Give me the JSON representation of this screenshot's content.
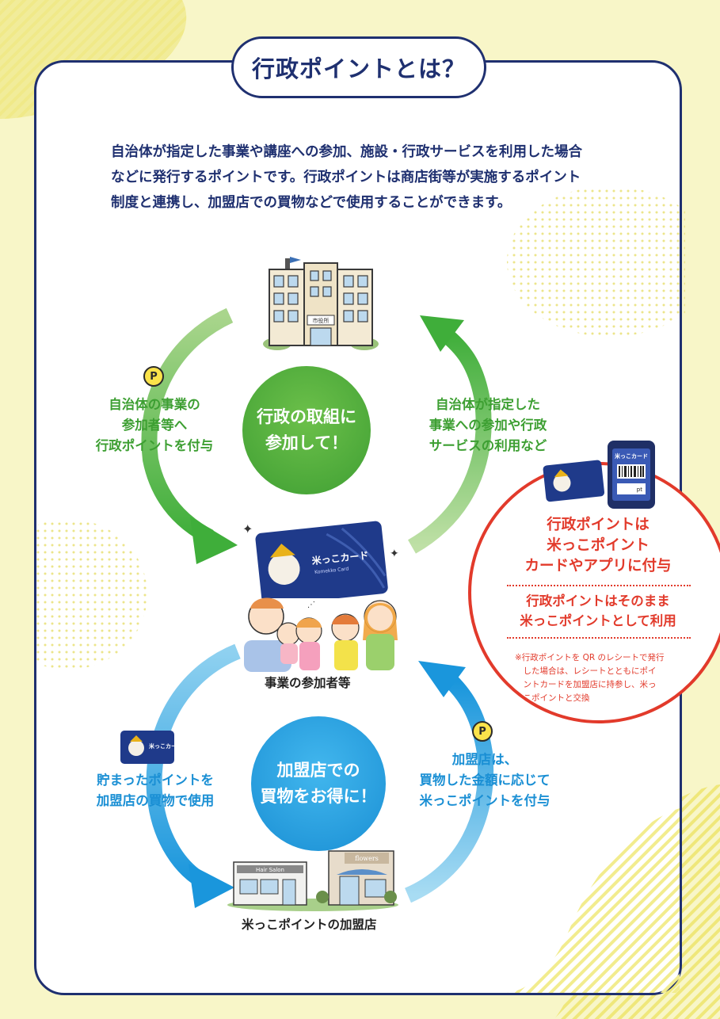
{
  "title": "行政ポイントとは？",
  "intro_lines": [
    "自治体が指定した事業や講座への参加、施設・行政サービスを利用した場合",
    "などに発行するポイントです。行政ポイントは商店街等が実施するポイント",
    "制度と連携し、加盟店での買物などで使用することができます。"
  ],
  "cycle": {
    "top_circle": {
      "line1": "行政の取組に",
      "line2": "参加して！"
    },
    "bottom_circle": {
      "line1": "加盟店での",
      "line2": "買物をお得に！"
    },
    "left_upper": [
      "自治体の事業の",
      "参加者等へ",
      "行政ポイントを付与"
    ],
    "right_upper": [
      "自治体が指定した",
      "事業への参加や行政",
      "サービスの利用など"
    ],
    "left_lower": [
      "貯まったポイントを",
      "加盟店の買物で使用"
    ],
    "right_lower": [
      "加盟店は、",
      "買物した金額に応じて",
      "米っこポイントを付与"
    ],
    "participants_caption": "事業の参加者等",
    "stores_caption": "米っこポイントの加盟店",
    "city_hall_sign": "市役所",
    "point_symbol": "P"
  },
  "card": {
    "name": "米っこカード",
    "sub": "Komekko Card",
    "app_pt": "pt",
    "shop1": "Hair Salon",
    "shop2": "flowers"
  },
  "callout": {
    "main": [
      "行政ポイントは",
      "米っこポイント",
      "カードやアプリに付与"
    ],
    "sub": [
      "行政ポイントはそのまま",
      "米っこポイントとして利用"
    ],
    "note": [
      "※行政ポイントを QR のレシートで発行",
      "　した場合は、レシートとともにポイ",
      "　ントカードを加盟店に持参し、米っ",
      "　こポイントと交換"
    ]
  },
  "colors": {
    "navy": "#1f3070",
    "green": "#3d9f32",
    "blue": "#1a8fd4",
    "red": "#e23a2b",
    "yellow_bg": "#f8f6c8"
  }
}
